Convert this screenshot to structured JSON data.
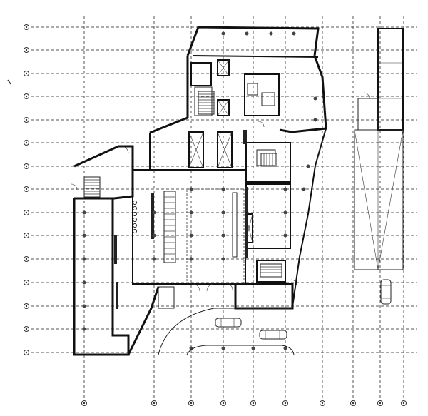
{
  "drawing": {
    "type": "architectural floor plan",
    "vertical_grid_lines": 10,
    "horizontal_grid_lines": 15,
    "cars_shown": 3
  }
}
